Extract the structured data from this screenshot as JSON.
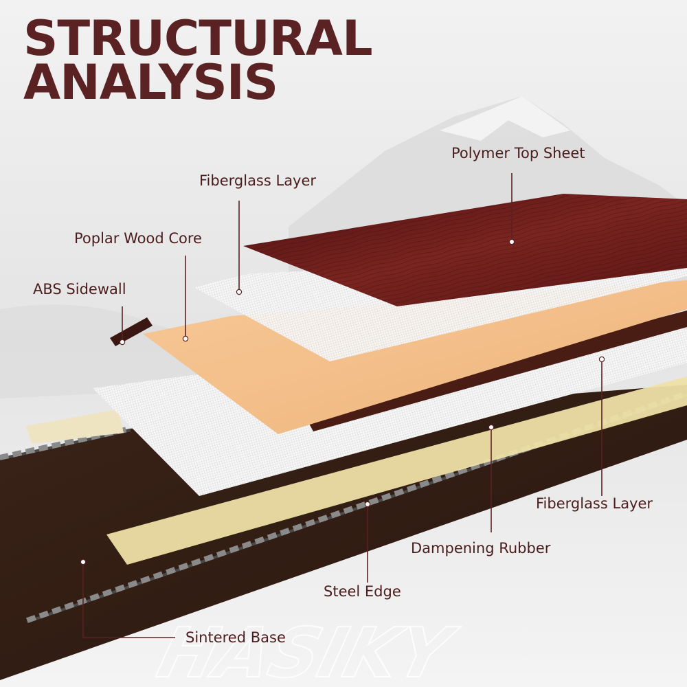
{
  "title_line1": "STRUCTURAL",
  "title_line2": "ANALYSIS",
  "labels": {
    "polymer_top_sheet": "Polymer Top Sheet",
    "fiberglass_layer_top": "Fiberglass Layer",
    "poplar_wood_core": "Poplar Wood Core",
    "abs_sidewall": "ABS Sidewall",
    "fiberglass_layer_bottom": "Fiberglass Layer",
    "dampening_rubber": "Dampening Rubber",
    "steel_edge": "Steel Edge",
    "sintered_base": "Sintered Base"
  },
  "watermark": "HASIKY",
  "colors": {
    "title": "#5a2222",
    "label": "#4a1c1c",
    "top_sheet": "#6e1c1c",
    "wood_core": "#f2c08a",
    "fiberglass": "#f6f6f6",
    "rubber": "#f0e2a8",
    "base": "#3a2318",
    "edge": "#777777"
  }
}
